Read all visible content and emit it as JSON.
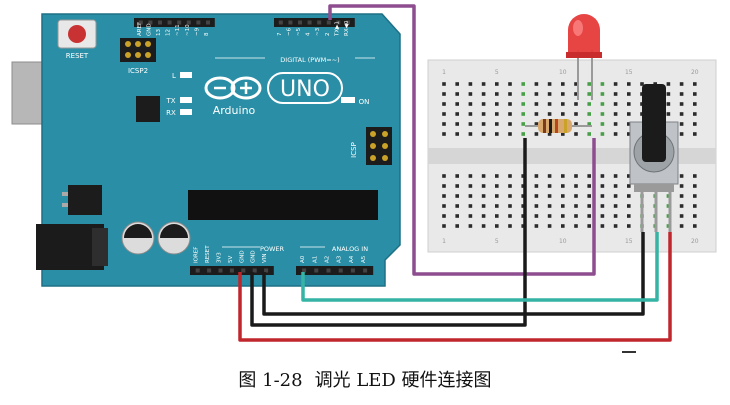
{
  "arduino": {
    "reset": "RESET",
    "icsp2": "ICSP2",
    "icsp": "ICSP",
    "brand": "Arduino",
    "model": "UNO",
    "digital": "DIGITAL (PWM=~)",
    "on": "ON",
    "led_l": "L",
    "led_tx": "TX",
    "led_rx": "RX",
    "power": "POWER",
    "analog": "ANALOG IN",
    "top_pins": [
      "AREF",
      "GND",
      "13",
      "12",
      "~11",
      "~10",
      "~9",
      "8",
      "7",
      "~6",
      "~5",
      "4",
      "~3",
      "2",
      "TX▶1",
      "RX◀0"
    ],
    "power_pins": [
      "IOREF",
      "RESET",
      "3V3",
      "5V",
      "GND",
      "GND",
      "VIN"
    ],
    "analog_pins": [
      "A0",
      "A1",
      "A2",
      "A3",
      "A4",
      "A5"
    ]
  },
  "breadboard": {
    "columns_top": [
      "1",
      "5",
      "10",
      "15",
      "20"
    ],
    "columns_bottom": [
      "1",
      "5",
      "10",
      "15",
      "20"
    ]
  },
  "caption": {
    "number": "图 1-28",
    "text": "调光 LED 硬件连接图"
  },
  "colors": {
    "board": "#2a8fa6",
    "wire_purple": "#8e4d8f",
    "wire_black": "#1a1a1a",
    "wire_red": "#c0272d",
    "wire_teal": "#35b4a6",
    "led": "#e63a3a"
  }
}
